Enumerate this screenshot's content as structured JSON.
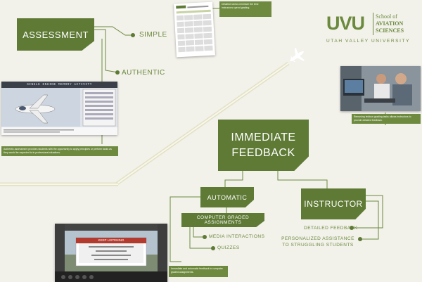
{
  "nodes": {
    "assessment": "ASSESSMENT",
    "simple": "SIMPLE",
    "authentic": "AUTHENTIC",
    "immediate": "IMMEDIATE",
    "feedback": "FEEDBACK",
    "automatic": "AUTOMATIC",
    "computer_graded": "COMPUTER GRADED ASSIGNMENTS",
    "media_interactions": "MEDIA INTERACTIONS",
    "quizzes": "QUIZZES",
    "instructor": "INSTRUCTOR",
    "detailed_feedback": "DETAILED FEEDBACK",
    "personalized_line1": "PERSONALIZED ASSISTANCE",
    "personalized_line2": "TO STRUGGLING STUDENTS"
  },
  "logo": {
    "mark": "UVU",
    "school_line1": "School of",
    "school_line2": "AVIATION",
    "school_line3": "SCIENCES",
    "university": "UTAH VALLEY UNIVERSITY"
  },
  "images": {
    "rubric_caption": "Detailed rubrics minimize the time instructors spend grading.",
    "simulator_title": "SINGLE ENGINE MEMORY ACTIVITY",
    "simulator_caption": "Authentic assessment provides students with the opportunity to apply principles or perform tasks as they would be expected to in professional situations.",
    "lab_caption": "Removing tedious grading tasks allows instructors to provide detailed feedback.",
    "tower_banner": "KEEP LISTENING",
    "tower_caption": "Immediate and automatic feedback in computer graded assignments."
  },
  "colors": {
    "primary_green": "#5e7a35",
    "text_green": "#6b8a3d",
    "background": "#f2f1ea"
  }
}
